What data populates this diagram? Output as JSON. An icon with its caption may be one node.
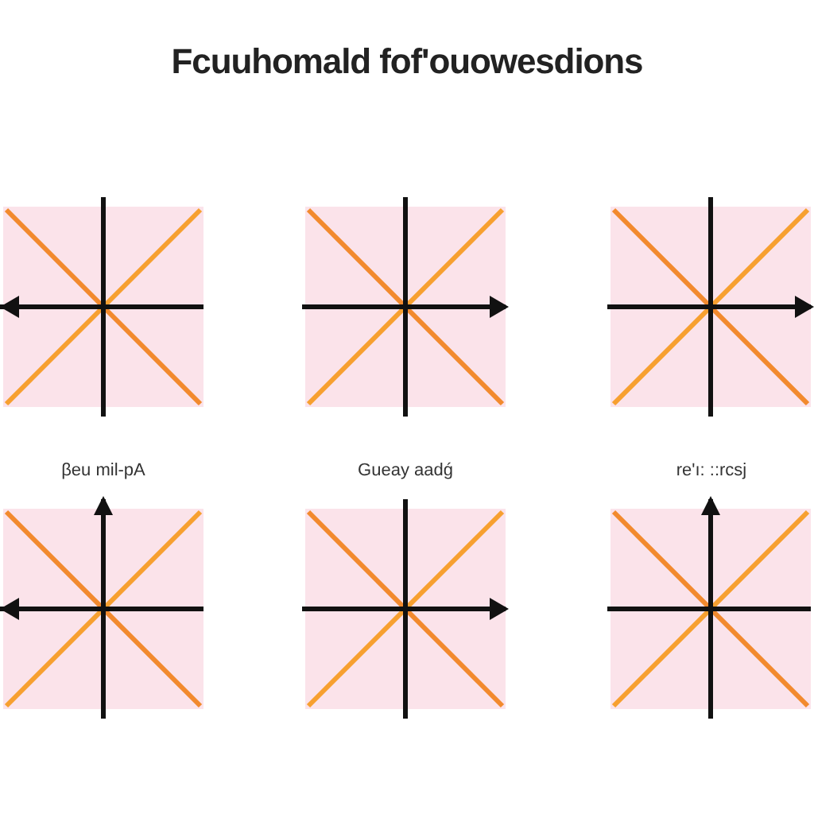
{
  "diagram": {
    "title": "Fcuuhomald fof'ouowesdions",
    "labels": [
      "βeu mil-pA",
      "Gueay aadǵ",
      "re'ı: ::rcsj"
    ]
  }
}
